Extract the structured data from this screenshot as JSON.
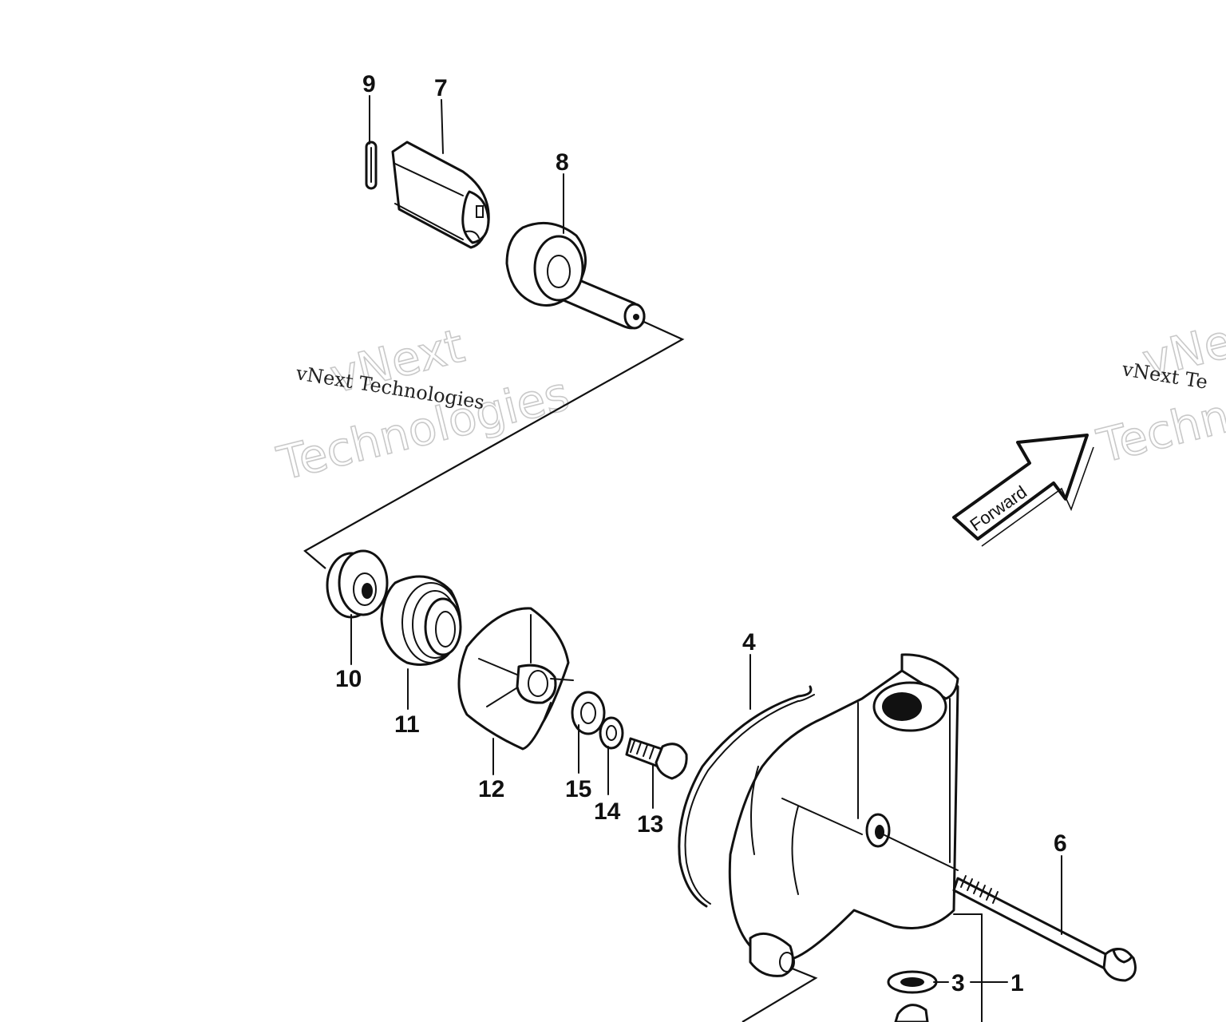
{
  "diagram": {
    "callouts": {
      "c1": "1",
      "c3": "3",
      "c4": "4",
      "c6": "6",
      "c7": "7",
      "c8": "8",
      "c9": "9",
      "c10": "10",
      "c11": "11",
      "c12": "12",
      "c13": "13",
      "c14": "14",
      "c15": "15"
    },
    "direction_label": "Forward"
  },
  "watermark": {
    "line1": "vNext",
    "line2": "Technologies",
    "caption": "vNext Technologies",
    "right_line1": "vNe",
    "right_line2": "Techno",
    "right_caption": "vNext Te"
  }
}
